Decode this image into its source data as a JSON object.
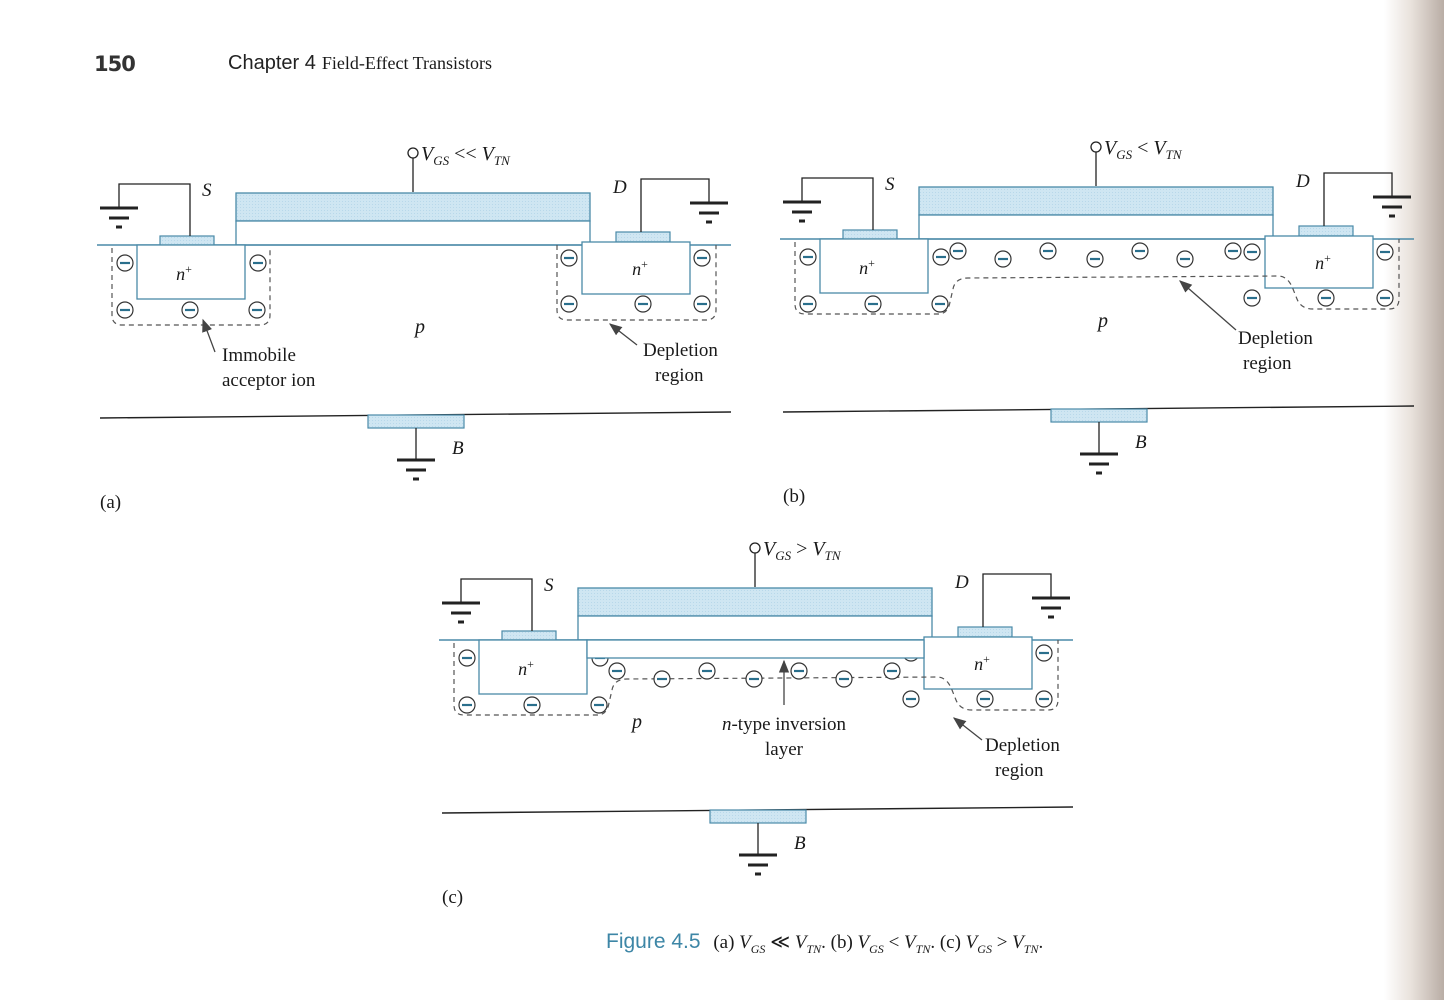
{
  "header": {
    "page_number": "150",
    "chapter_label": "Chapter 4",
    "chapter_title": "Field-Effect Transistors"
  },
  "colors": {
    "gate_fill": "#cfe6f2",
    "gate_stroke": "#4a8aa8",
    "surface_line": "#4a8aa8",
    "caption_accent": "#3d86a6",
    "ink": "#1a1a1a"
  },
  "panels": [
    {
      "id": "a",
      "panel_label": "(a)",
      "gate_voltage": {
        "v": "V",
        "sub1": "GS",
        "rel": " << ",
        "v2": "V",
        "sub2": "TN"
      },
      "source_label": "S",
      "drain_label": "D",
      "body_label": "B",
      "source_region": "n+",
      "drain_region": "n+",
      "substrate": "p",
      "annotations": [
        "Immobile",
        "acceptor ion",
        "Depletion",
        "region"
      ]
    },
    {
      "id": "b",
      "panel_label": "(b)",
      "gate_voltage": {
        "v": "V",
        "sub1": "GS",
        "rel": " < ",
        "v2": "V",
        "sub2": "TN"
      },
      "source_label": "S",
      "drain_label": "D",
      "body_label": "B",
      "source_region": "n+",
      "drain_region": "n+",
      "substrate": "p",
      "annotations": [
        "Depletion",
        "region"
      ]
    },
    {
      "id": "c",
      "panel_label": "(c)",
      "gate_voltage": {
        "v": "V",
        "sub1": "GS",
        "rel": " > ",
        "v2": "V",
        "sub2": "TN"
      },
      "source_label": "S",
      "drain_label": "D",
      "body_label": "B",
      "source_region": "n+",
      "drain_region": "n+",
      "substrate": "p",
      "annotations": [
        "n-type inversion",
        "layer",
        "Depletion",
        "region"
      ]
    }
  ],
  "caption": {
    "figure_label": "Figure 4.5",
    "parts": [
      {
        "pre": "(a) ",
        "v": "V",
        "sub": "GS",
        "rel": " ≪ ",
        "v2": "V",
        "sub2": "TN",
        "post": ". "
      },
      {
        "pre": "(b) ",
        "v": "V",
        "sub": "GS",
        "rel": " < ",
        "v2": "V",
        "sub2": "TN",
        "post": ". "
      },
      {
        "pre": "(c) ",
        "v": "V",
        "sub": "GS",
        "rel": " > ",
        "v2": "V",
        "sub2": "TN",
        "post": "."
      }
    ]
  }
}
